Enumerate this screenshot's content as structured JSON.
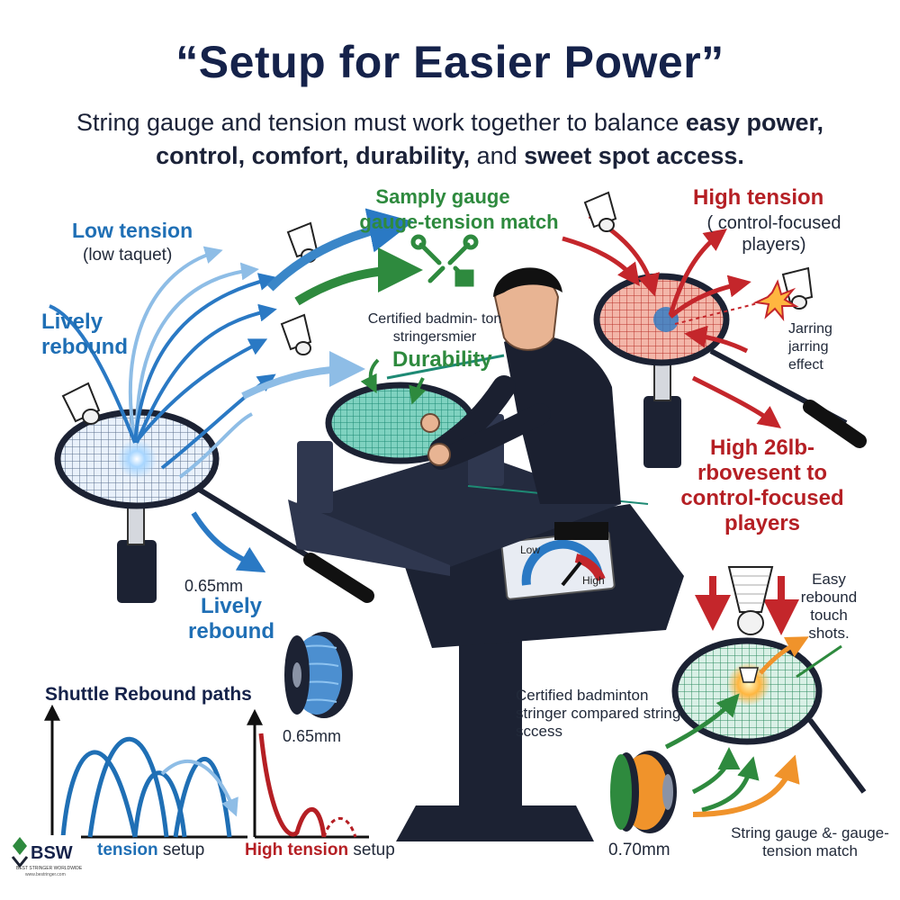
{
  "title": "“Setup for Easier Power”",
  "subtitle": {
    "part1": "String gauge and tension must work together to balance ",
    "b1": "easy power, control, comfort, durability,",
    "part2": " and ",
    "b2": "sweet spot access."
  },
  "labels": {
    "low_tension": "Low tension",
    "low_taquet": "(low taquet)",
    "lively_rebound_1": "Lively rebound",
    "sample_gauge": "Samply gauge",
    "gauge_tension_match": "gauge-tension match",
    "high_tension": "High tension",
    "control_focused_1": "( control-focused players)",
    "certified_1": "Certified badmin- ton stringersmier",
    "durability": "Durability",
    "jarring": "Jarring jarring effect",
    "high_26lb": "High 26lb- rbovesent to control-focused players",
    "gauge_065_a": "0.65mm",
    "lively_rebound_2": "Lively rebound",
    "shuttle_rebound_paths": "Shuttle Rebound paths",
    "gauge_065_b": "0.65mm",
    "easy_rebound": "Easy rebound touch shots.",
    "certified_2": "Certified badminton stringer compared string sccess",
    "gauge_070": "0.70mm",
    "string_gauge_match": "String gauge &- gauge-tension match",
    "tension_setup_word": "tension",
    "tension_setup_rest": " setup",
    "high_tension_setup_word": "High tension",
    "high_tension_setup_rest": " setup",
    "dial_low": "Low",
    "dial_high": "High"
  },
  "logo": {
    "text": "BSW",
    "tagline": "BEST STRINGER WORLDWIDE",
    "url": "www.bestringer.com"
  },
  "colors": {
    "navy": "#15224a",
    "blue": "#1f6fb5",
    "red": "#b51f24",
    "green": "#2e8a3e",
    "orange": "#f0932b",
    "teal_strings": "#2fa58a"
  },
  "icons": [
    "shuttlecock-icon",
    "badminton-racket-icon",
    "string-reel-icon",
    "wrench-icon",
    "stringing-machine-icon",
    "tension-dial-icon"
  ]
}
